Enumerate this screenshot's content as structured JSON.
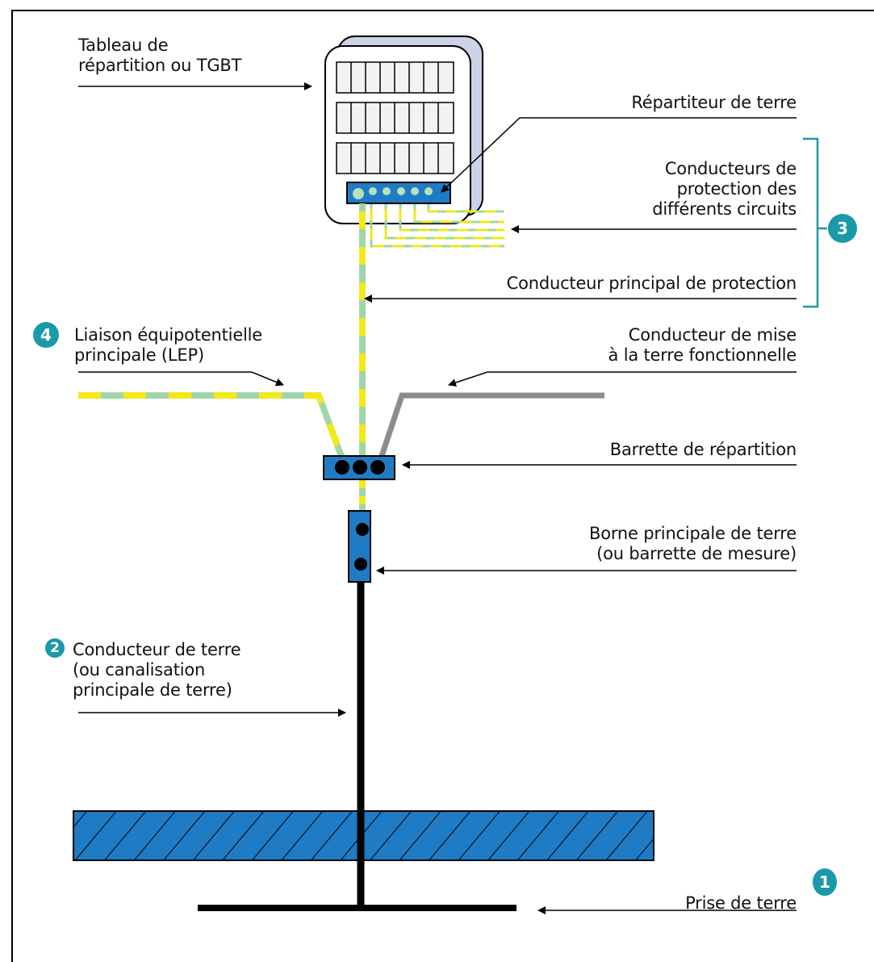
{
  "labels": {
    "tableau": [
      "Tableau de",
      "répartition ou TGBT"
    ],
    "repartiteur": "Répartiteur de terre",
    "conducteurs_protection": [
      "Conducteurs de",
      "protection des",
      "différents circuits"
    ],
    "conducteur_principal": "Conducteur principal de protection",
    "liaison": [
      "Liaison équipotentielle",
      "principale (LEP)"
    ],
    "mise_terre_fonct": [
      "Conducteur de mise",
      "à la terre fonctionnelle"
    ],
    "barrette": "Barrette de répartition",
    "borne": [
      "Borne principale de terre",
      "(ou barrette de mesure)"
    ],
    "conducteur_terre": [
      "Conducteur de terre",
      "(ou canalisation",
      "principale de terre)"
    ],
    "prise": "Prise de terre"
  },
  "markers": {
    "one": "1",
    "two": "2",
    "three": "3",
    "four": "4"
  },
  "colors": {
    "blue": "#1e7bc4",
    "marker_teal": "#1a9aa8",
    "green_yellow_a": "#f2e81a",
    "green_yellow_b": "#9fd6a8",
    "grey_conductor": "#8c8c8c",
    "black": "#000000"
  }
}
